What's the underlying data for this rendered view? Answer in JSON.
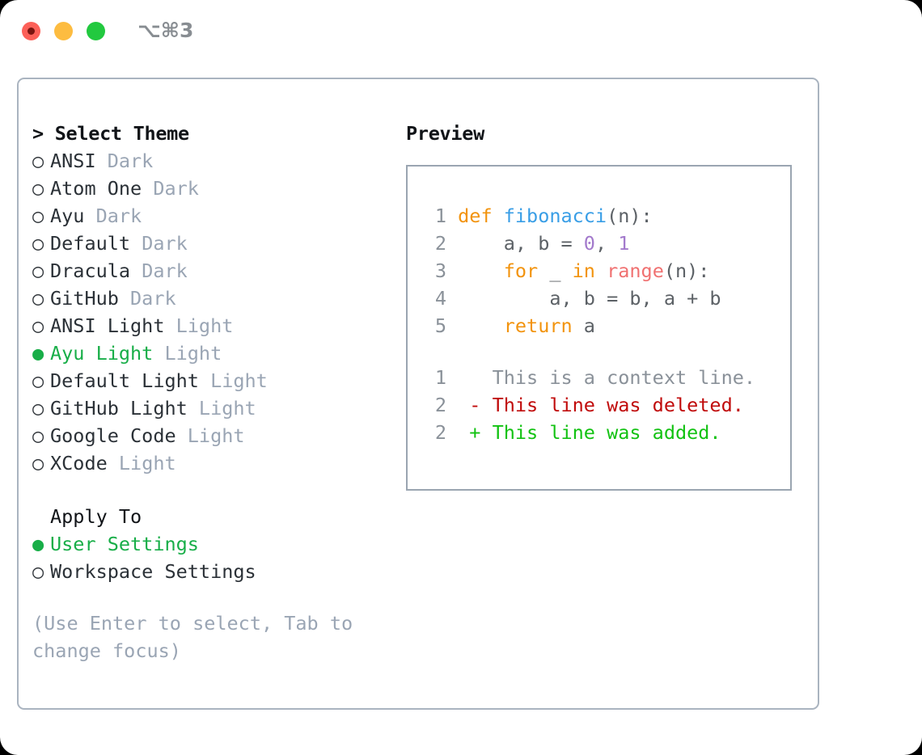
{
  "window": {
    "shortcut_label": "⌥⌘3",
    "traffic_lights": [
      "close-red",
      "minimize-yellow",
      "maximize-green"
    ]
  },
  "colors": {
    "selection_green": "#18ae48",
    "variant_grey": "#9aa5b4",
    "hint_grey": "#9aa5b4",
    "border": "#aab4c0",
    "preview_border": "#9aa5b1",
    "keyword_orange": "#f2930d",
    "function_blue": "#399ee6",
    "number_purple": "#a37acc",
    "builtin_red": "#f07171",
    "code_plain": "#5c6166",
    "line_number": "#8a9199",
    "diff_deleted": "#c00a0a",
    "diff_added": "#12c212",
    "diff_context": "#8a9199"
  },
  "theme_list": {
    "header": "> Select Theme",
    "items": [
      {
        "marker": "○",
        "label": "ANSI",
        "variant": "Dark",
        "selected": false
      },
      {
        "marker": "○",
        "label": "Atom One",
        "variant": "Dark",
        "selected": false
      },
      {
        "marker": "○",
        "label": "Ayu",
        "variant": "Dark",
        "selected": false
      },
      {
        "marker": "○",
        "label": "Default",
        "variant": "Dark",
        "selected": false
      },
      {
        "marker": "○",
        "label": "Dracula",
        "variant": "Dark",
        "selected": false
      },
      {
        "marker": "○",
        "label": "GitHub",
        "variant": "Dark",
        "selected": false
      },
      {
        "marker": "○",
        "label": "ANSI Light",
        "variant": "Light",
        "selected": false
      },
      {
        "marker": "●",
        "label": "Ayu Light",
        "variant": "Light",
        "selected": true
      },
      {
        "marker": "○",
        "label": "Default Light",
        "variant": "Light",
        "selected": false
      },
      {
        "marker": "○",
        "label": "GitHub Light",
        "variant": "Light",
        "selected": false
      },
      {
        "marker": "○",
        "label": "Google Code",
        "variant": "Light",
        "selected": false
      },
      {
        "marker": "○",
        "label": "XCode",
        "variant": "Light",
        "selected": false
      }
    ]
  },
  "apply_to": {
    "header": "Apply To",
    "items": [
      {
        "marker": "●",
        "label": "User Settings",
        "selected": true
      },
      {
        "marker": "○",
        "label": "Workspace Settings",
        "selected": false
      }
    ]
  },
  "hint": "(Use Enter to select, Tab to change focus)",
  "preview": {
    "header": "Preview",
    "code_lines": [
      {
        "number": "1",
        "tokens": [
          {
            "text": "def ",
            "kind": "kw"
          },
          {
            "text": "fibonacci",
            "kind": "fn"
          },
          {
            "text": "(n):",
            "kind": "punct"
          }
        ]
      },
      {
        "number": "2",
        "tokens": [
          {
            "text": "    a, b = ",
            "kind": "plain"
          },
          {
            "text": "0",
            "kind": "num"
          },
          {
            "text": ", ",
            "kind": "plain"
          },
          {
            "text": "1",
            "kind": "num"
          }
        ]
      },
      {
        "number": "3",
        "tokens": [
          {
            "text": "    ",
            "kind": "plain"
          },
          {
            "text": "for",
            "kind": "kw"
          },
          {
            "text": " _ ",
            "kind": "plain"
          },
          {
            "text": "in",
            "kind": "kw"
          },
          {
            "text": " ",
            "kind": "plain"
          },
          {
            "text": "range",
            "kind": "builtin"
          },
          {
            "text": "(n):",
            "kind": "punct"
          }
        ]
      },
      {
        "number": "4",
        "tokens": [
          {
            "text": "        a, b = b, a + b",
            "kind": "plain"
          }
        ]
      },
      {
        "number": "5",
        "tokens": [
          {
            "text": "    ",
            "kind": "plain"
          },
          {
            "text": "return",
            "kind": "kw"
          },
          {
            "text": " a",
            "kind": "plain"
          }
        ]
      }
    ],
    "diff_lines": [
      {
        "number": "1",
        "sign": " ",
        "text": " This is a context line.",
        "kind": "ctx"
      },
      {
        "number": "2",
        "sign": "-",
        "text": " This line was deleted.",
        "kind": "del"
      },
      {
        "number": "2",
        "sign": "+",
        "text": " This line was added.",
        "kind": "add"
      }
    ]
  }
}
